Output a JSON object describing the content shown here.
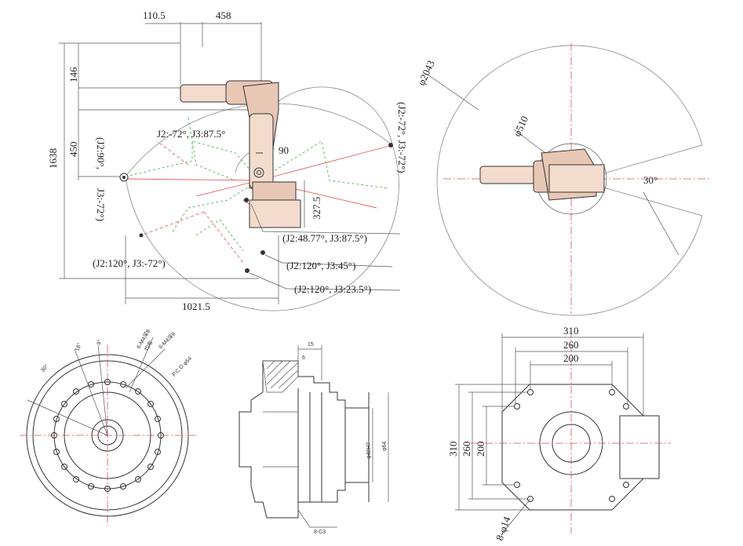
{
  "side_view": {
    "dims": {
      "top_a": "110.5",
      "top_b": "458",
      "left_total": "1638",
      "left_a": "146",
      "left_b": "450",
      "reach": "1021.5",
      "base_height": "327.5",
      "angle_90": "90"
    },
    "labels": {
      "pose_top": "J2:-72°, J3:87.5°",
      "pose_right": "(J2:-72°, J3:-72°)",
      "pose_left_upper": "(J2:90°,",
      "pose_left_lower": "J3:-72°)",
      "pose_mid": "(J2:48.77°, J3:87.5°)",
      "pose_bottom_left": "(J2:120°, J3:-72°)",
      "pose_b1": "(J2:120°, J3:45°)",
      "pose_b2": "(J2:120°, J3:23.5°)"
    }
  },
  "top_view": {
    "dims": {
      "outer_diameter": "φ2043",
      "inner_diameter": "φ510",
      "angle": "30°"
    }
  },
  "flange_view": {
    "labels": {
      "ang1": "30°",
      "ang2": "18°",
      "ang3": "9°",
      "note1": "6-M4深8",
      "note2": "均布",
      "note3": "6-M4深8",
      "pcd": "P.C.D φ54"
    }
  },
  "section_view": {
    "labels": {
      "dim_15": "15",
      "dim_6": "6",
      "dia_a": "φ40H7",
      "dia_b": "φ64",
      "chamfer": "8-C3"
    }
  },
  "base_view": {
    "dims": {
      "w310": "310",
      "w260": "260",
      "w200": "200",
      "h310": "310",
      "h260": "260",
      "h200": "200",
      "holes": "8-φ14"
    }
  }
}
